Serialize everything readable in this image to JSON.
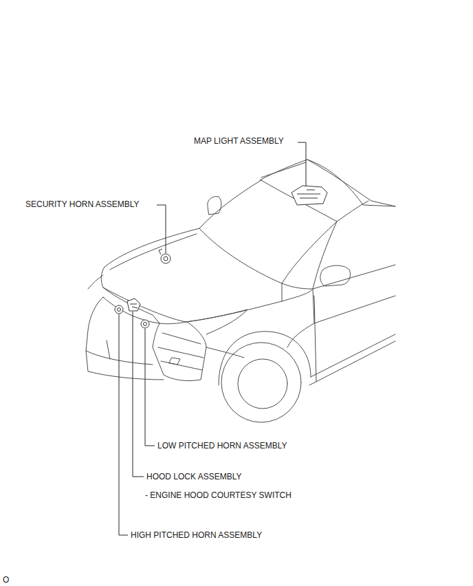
{
  "diagram": {
    "labels": [
      "MAP LIGHT ASSEMBLY",
      "SECURITY HORN ASSEMBLY",
      "LOW PITCHED HORN ASSEMBLY",
      "HOOD LOCK ASSEMBLY",
      "- ENGINE HOOD COURTESY SWITCH",
      "HIGH PITCHED HORN ASSEMBLY",
      "O"
    ]
  }
}
